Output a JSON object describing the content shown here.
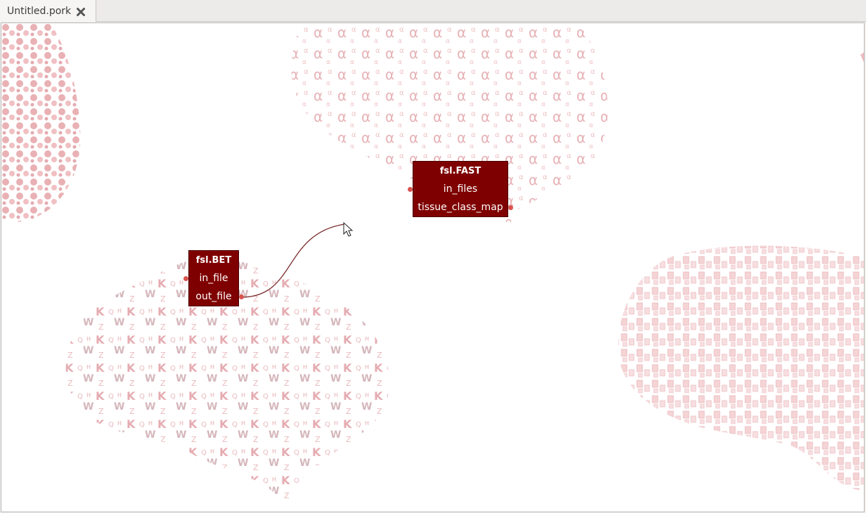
{
  "tab": {
    "label": "Untitled.pork",
    "close_icon": "close-icon"
  },
  "nodes": {
    "bet": {
      "title": "fsl.BET",
      "input": "in_file",
      "output": "out_file"
    },
    "fast": {
      "title": "fsl.FAST",
      "input": "in_files",
      "output": "tissue_class_map"
    }
  },
  "colors": {
    "node_fill": "#7f0000",
    "port": "#d9534f",
    "connection": "#7a2a2a",
    "brain_pattern": "#e8a9ac"
  },
  "icons": [
    "close-icon",
    "mouse-pointer-icon",
    "brain-watermark"
  ]
}
